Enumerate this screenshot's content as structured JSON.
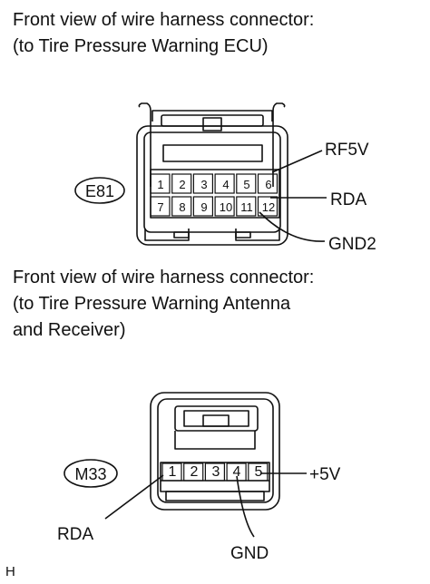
{
  "connector1": {
    "caption_line1": "Front view of wire harness connector:",
    "caption_line2": "(to Tire Pressure Warning ECU)",
    "id": "E81",
    "pins_top": [
      "1",
      "2",
      "3",
      "4",
      "5",
      "6"
    ],
    "pins_bottom": [
      "7",
      "8",
      "9",
      "10",
      "11",
      "12"
    ],
    "labels": {
      "rf5v": "RF5V",
      "rda": "RDA",
      "gnd2": "GND2"
    }
  },
  "connector2": {
    "caption_line1": "Front view of wire harness connector:",
    "caption_line2": "(to Tire Pressure Warning Antenna",
    "caption_line3": "and Receiver)",
    "id": "M33",
    "pins": [
      "1",
      "2",
      "3",
      "4",
      "5"
    ],
    "labels": {
      "plus5v": "+5V",
      "rda": "RDA",
      "gnd": "GND"
    }
  },
  "footer": {
    "code": "H"
  }
}
